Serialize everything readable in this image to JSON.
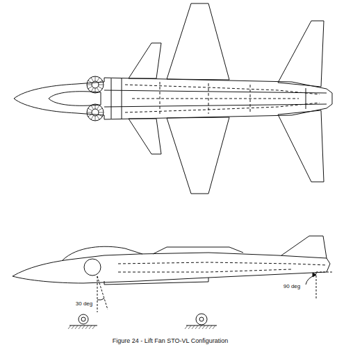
{
  "diagram": {
    "caption": "Figure 24 - Lift Fan STO-VL Configuration",
    "labels": [
      "30 deg",
      "90 deg"
    ]
  }
}
